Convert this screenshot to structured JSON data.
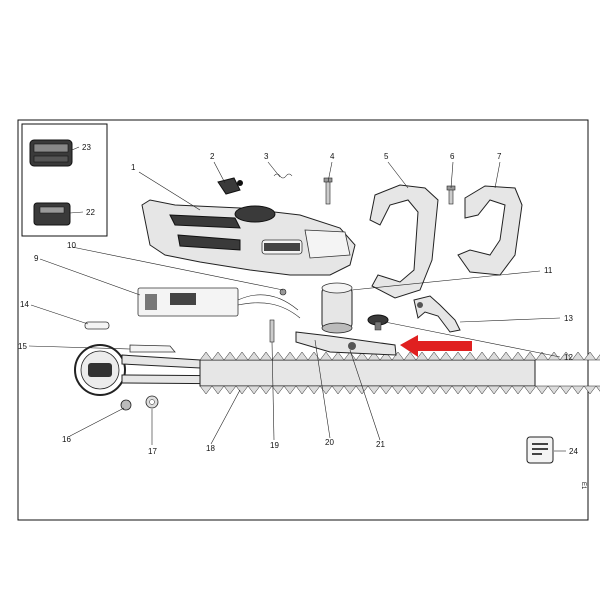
{
  "diagram": {
    "page_code": "E1",
    "callouts": [
      {
        "id": "c1",
        "label": "1"
      },
      {
        "id": "c2",
        "label": "2"
      },
      {
        "id": "c3",
        "label": "3"
      },
      {
        "id": "c4",
        "label": "4"
      },
      {
        "id": "c5",
        "label": "5"
      },
      {
        "id": "c6",
        "label": "6"
      },
      {
        "id": "c7",
        "label": "7"
      },
      {
        "id": "c9",
        "label": "9"
      },
      {
        "id": "c10",
        "label": "10"
      },
      {
        "id": "c11",
        "label": "11"
      },
      {
        "id": "c12",
        "label": "12"
      },
      {
        "id": "c13",
        "label": "13"
      },
      {
        "id": "c14",
        "label": "14"
      },
      {
        "id": "c15",
        "label": "15"
      },
      {
        "id": "c16",
        "label": "16"
      },
      {
        "id": "c17",
        "label": "17"
      },
      {
        "id": "c18",
        "label": "18"
      },
      {
        "id": "c19",
        "label": "19"
      },
      {
        "id": "c20",
        "label": "20"
      },
      {
        "id": "c21",
        "label": "21"
      },
      {
        "id": "c22",
        "label": "22"
      },
      {
        "id": "c23",
        "label": "23"
      },
      {
        "id": "c24",
        "label": "24"
      }
    ],
    "colors": {
      "arrow": "#e02020",
      "frame": "#111111"
    }
  }
}
